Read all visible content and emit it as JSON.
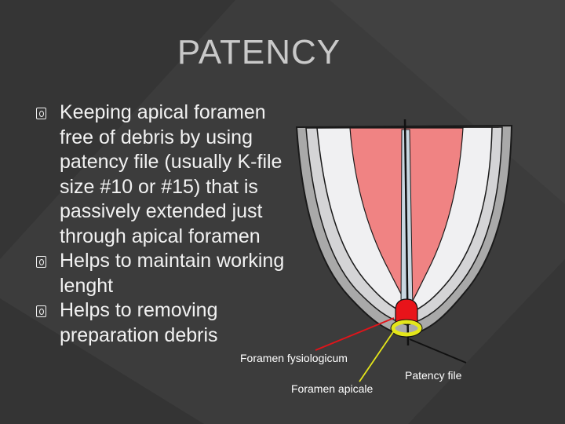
{
  "slide": {
    "title": "PATENCY",
    "bullets": [
      {
        "text": "Keeping apical foramen free of debris by using patency file (usually K-file size #10 or #15) that is passively extended just through apical foramen"
      },
      {
        "text": "Helps to maintain working lenght"
      },
      {
        "text": "Helps to removing preparation debris"
      }
    ]
  },
  "diagram": {
    "labels": {
      "foramen_fysiologicum": "Foramen fysiologicum",
      "foramen_apicale": "Foramen apicale",
      "patency_file": "Patency file"
    },
    "colors": {
      "background": "#3a3a3a",
      "outer_tooth": "#a9a9a9",
      "dentin": "#f0f0f2",
      "pulp": "#f08383",
      "canal_center": "#c8d6e0",
      "foramen_physiological": "#e8141a",
      "foramen_apical": "#e4e61a",
      "leader_red": "#e0141a",
      "leader_yellow": "#e4e61a",
      "leader_black": "#111111"
    }
  }
}
